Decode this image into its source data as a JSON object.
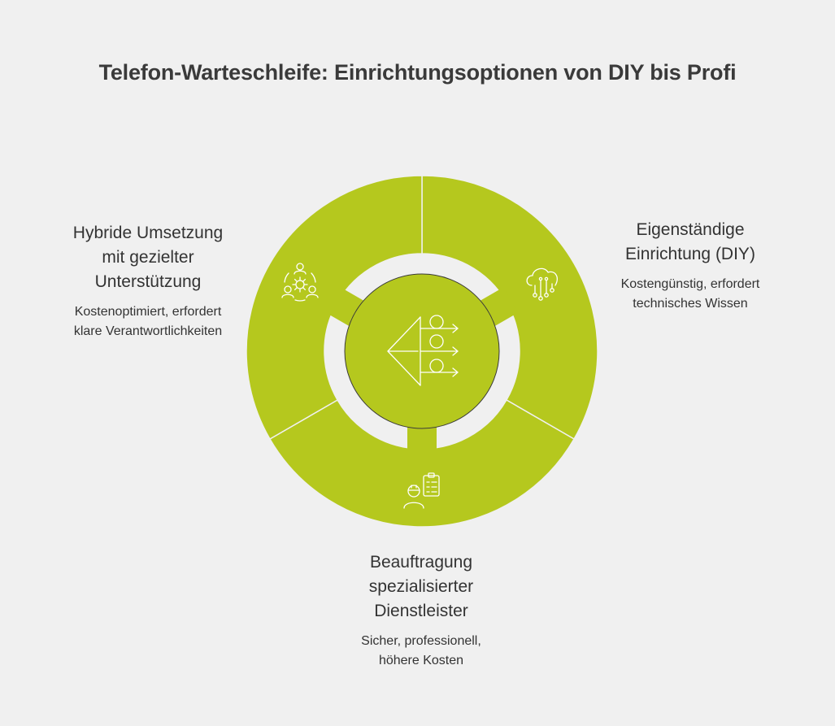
{
  "title": "Telefon-Warteschleife: Einrichtungsoptionen von DIY bis Profi",
  "colors": {
    "background": "#f0f0f0",
    "segment": "#b5c81e",
    "center": "#b5c81e",
    "icon_stroke": "#ffffff",
    "text": "#333333"
  },
  "center": {
    "icon": "decision-branches-icon"
  },
  "options": [
    {
      "id": "diy",
      "icon": "cloud-network-icon",
      "heading_lines": [
        "Eigenständige",
        "Einrichtung (DIY)"
      ],
      "description_lines": [
        "Kostengünstig, erfordert",
        "technisches Wissen"
      ]
    },
    {
      "id": "professional",
      "icon": "worker-clipboard-icon",
      "heading_lines": [
        "Beauftragung",
        "spezialisierter",
        "Dienstleister"
      ],
      "description_lines": [
        "Sicher, professionell,",
        "höhere Kosten"
      ]
    },
    {
      "id": "hybrid",
      "icon": "team-gear-icon",
      "heading_lines": [
        "Hybride Umsetzung",
        "mit gezielter",
        "Unterstützung"
      ],
      "description_lines": [
        "Kostenoptimiert, erfordert",
        "klare Verantwortlichkeiten"
      ]
    }
  ]
}
